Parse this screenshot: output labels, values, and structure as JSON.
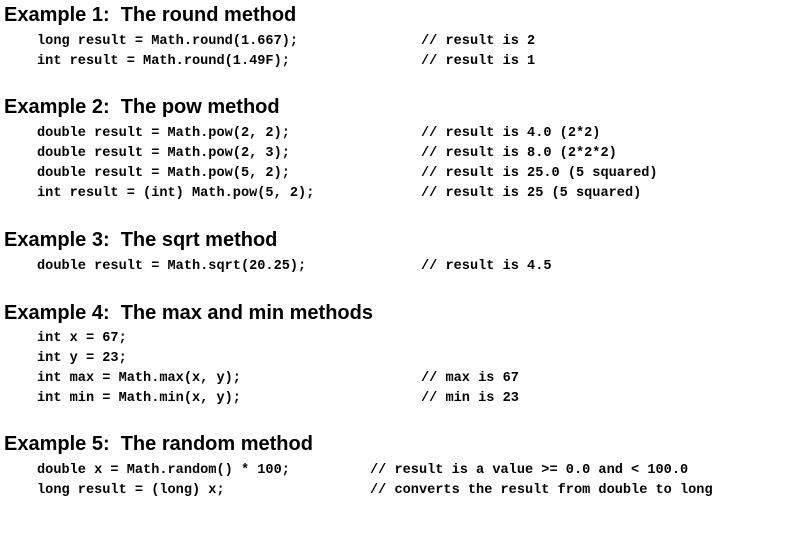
{
  "examples": [
    {
      "heading": "Example 1:  The round method",
      "lines": [
        {
          "code": "long result = Math.round(1.667);",
          "comment": "// result is 2"
        },
        {
          "code": "int result = Math.round(1.49F);",
          "comment": "// result is 1"
        }
      ]
    },
    {
      "heading": "Example 2:  The pow method",
      "lines": [
        {
          "code": "double result = Math.pow(2, 2);",
          "comment": "// result is 4.0 (2*2)"
        },
        {
          "code": "double result = Math.pow(2, 3);",
          "comment": "// result is 8.0 (2*2*2)"
        },
        {
          "code": "double result = Math.pow(5, 2);",
          "comment": "// result is 25.0 (5 squared)"
        },
        {
          "code": "int result = (int) Math.pow(5, 2);",
          "comment": "// result is 25 (5 squared)"
        }
      ]
    },
    {
      "heading": "Example 3:  The sqrt method",
      "lines": [
        {
          "code": "double result = Math.sqrt(20.25);",
          "comment": "// result is 4.5"
        }
      ]
    },
    {
      "heading": "Example 4:  The max and min methods",
      "lines": [
        {
          "code": "int x = 67;",
          "comment": ""
        },
        {
          "code": "int y = 23;",
          "comment": ""
        },
        {
          "code": "int max = Math.max(x, y);",
          "comment": "// max is 67"
        },
        {
          "code": "int min = Math.min(x, y);",
          "comment": "// min is 23"
        }
      ]
    },
    {
      "heading": "Example 5:  The random method",
      "lines": [
        {
          "code": "double x = Math.random() * 100;",
          "comment": "// result is a value >= 0.0 and < 100.0"
        },
        {
          "code": "long result = (long) x;",
          "comment": "// converts the result from double to long"
        }
      ]
    }
  ]
}
